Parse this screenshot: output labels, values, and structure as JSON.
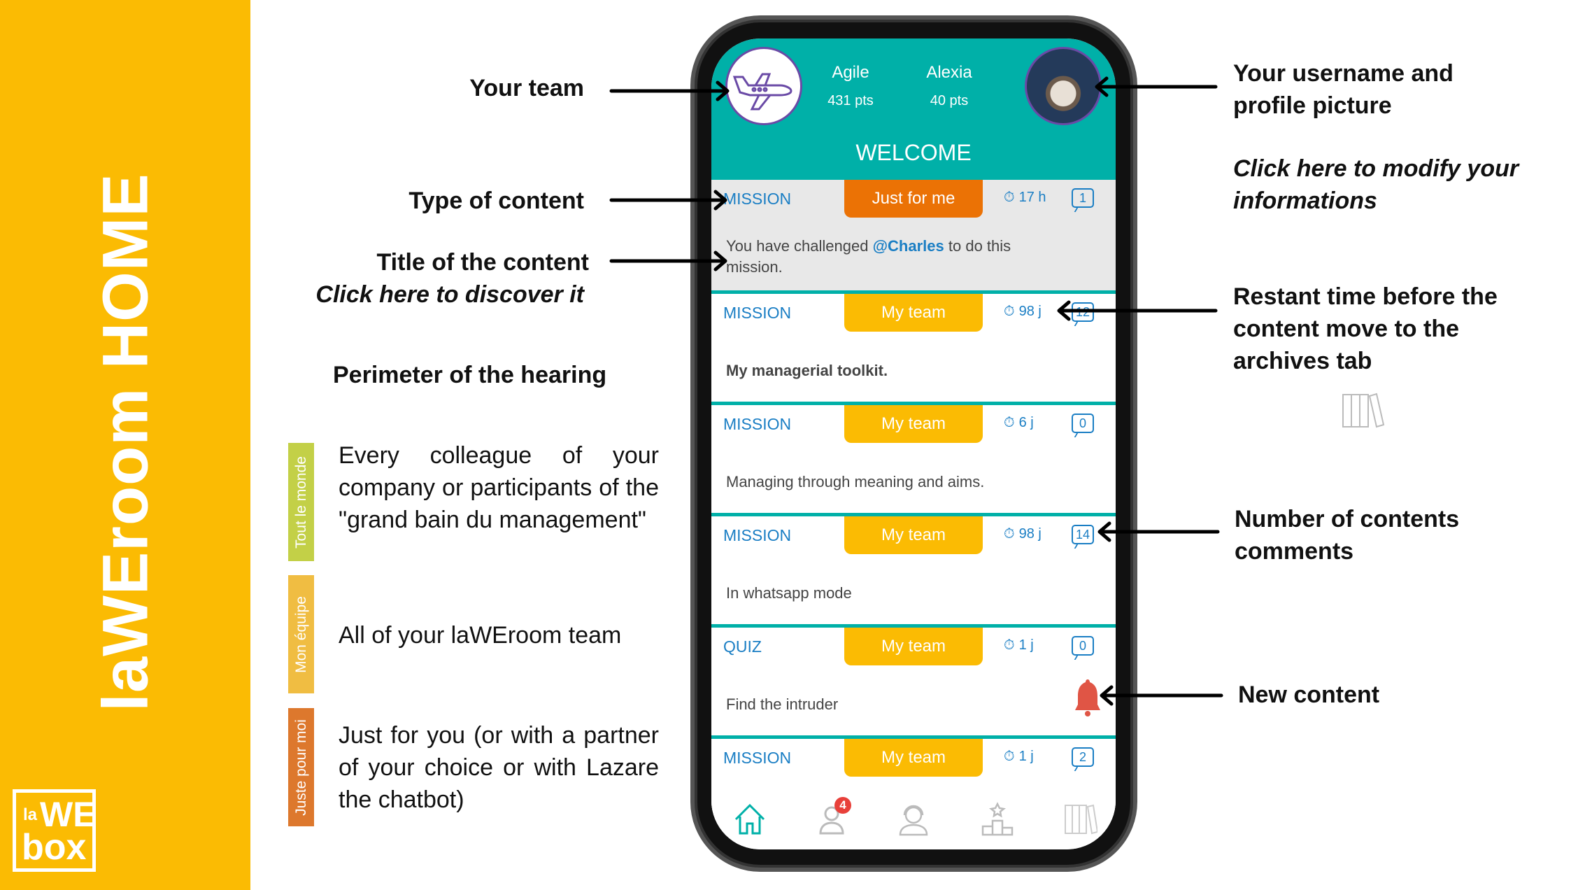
{
  "slide": {
    "title": "laWEroom HOME",
    "logo": "laWEbox",
    "brand_color": "#fbbb03"
  },
  "tags": [
    {
      "label": "Tout le monde",
      "color": "#c3d047",
      "description": "Every colleague of your company or participants of the \"grand bain du management\""
    },
    {
      "label": "Mon équipe",
      "color": "#f0bd42",
      "description": "All of your laWEroom team"
    },
    {
      "label": "Juste pour moi",
      "color": "#dd782d",
      "description": "Just for you (or with a partner of your choice or with Lazare the chatbot)"
    }
  ],
  "annotations": {
    "your_team": "Your team",
    "type_of_content": "Type of content",
    "title_of_content": "Title of the content",
    "click_discover": "Click here to discover it",
    "perimeter": "Perimeter of the hearing",
    "username": "Your username and profile picture",
    "click_modify": "Click here to modify your informations",
    "restant_time": "Restant time before the content move to the archives tab",
    "comments": "Number of contents comments",
    "new_content": "New content"
  },
  "app": {
    "team": {
      "name": "Agile",
      "points": "431 pts"
    },
    "user": {
      "name": "Alexia",
      "points": "40 pts"
    },
    "welcome": "WELCOME",
    "cards": [
      {
        "type": "MISSION",
        "audience": "Just for me",
        "time": "17 h",
        "comments": "1",
        "title_pre": "You have challenged ",
        "mention": "@Charles",
        "title_post": " to do this mission."
      },
      {
        "type": "MISSION",
        "audience": "My team",
        "time": "98 j",
        "comments": "12",
        "title": "My managerial toolkit."
      },
      {
        "type": "MISSION",
        "audience": "My team",
        "time": "6 j",
        "comments": "0",
        "title": "Managing through meaning and aims."
      },
      {
        "type": "MISSION",
        "audience": "My team",
        "time": "98 j",
        "comments": "14",
        "title": "In whatsapp mode"
      },
      {
        "type": "QUIZ",
        "audience": "My team",
        "time": "1 j",
        "comments": "0",
        "title": "Find the intruder",
        "new": true
      },
      {
        "type": "MISSION",
        "audience": "My team",
        "time": "1 j",
        "comments": "2"
      }
    ],
    "nav": [
      {
        "icon": "home-icon"
      },
      {
        "icon": "team-icon",
        "badge": "4"
      },
      {
        "icon": "support-icon"
      },
      {
        "icon": "ranking-icon"
      },
      {
        "icon": "archives-icon"
      }
    ],
    "accent": "#00b0a8",
    "link_color": "#1a7ec4"
  }
}
